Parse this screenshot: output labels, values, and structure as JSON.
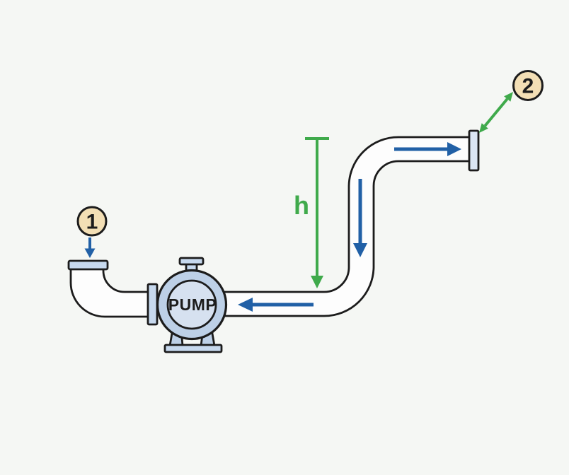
{
  "diagram": {
    "pump": {
      "label": "PUMP"
    },
    "badges": {
      "point1": "1",
      "point2": "2"
    },
    "dimension": {
      "label": "h"
    },
    "colors": {
      "background": "#f5f7f4",
      "stroke": "#1c1c1c",
      "pipe-fill": "#fdfdfd",
      "arrow-blue": "#2160a6",
      "arrow-green": "#3faa4b",
      "badge-fill": "#f3dfb5",
      "pump-body": "#bdd0e7",
      "pump-face": "#d6e1f0",
      "flange-fill": "#c7d9ee",
      "flange-light": "#dbe6f4"
    }
  }
}
